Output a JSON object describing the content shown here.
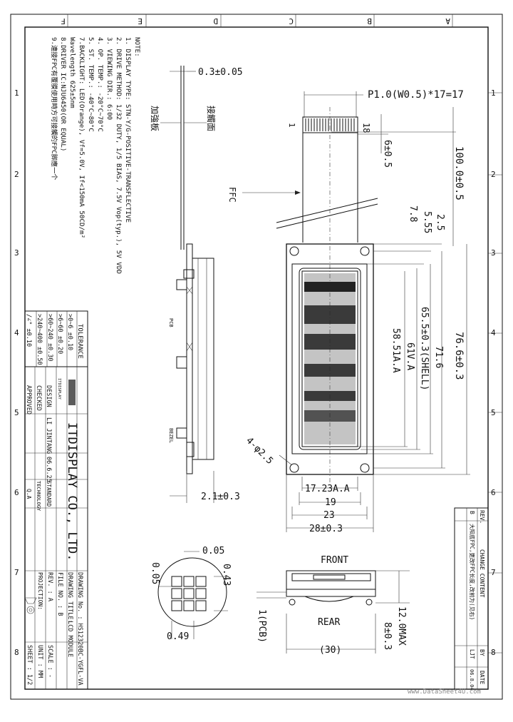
{
  "border_letters": [
    "A",
    "B",
    "C",
    "D",
    "E",
    "F"
  ],
  "border_numbers": [
    "1",
    "2",
    "3",
    "4",
    "5",
    "6",
    "7",
    "8"
  ],
  "notes": {
    "title": "NOTE:",
    "lines": [
      "1. DISPLAY TYPE: STN-Y/G-POSITIVE-TRANSFLECTIVE",
      "2. DRIVE METHOD: 1/32 DUTY, 1/5 BIAS, 7.5V Vop(typ.), 5V VDD",
      "3. VIEWING DIR.: 6:00",
      "4. OP. TEMP.: -20°C~70°C",
      "5. ST. TEMP.: -40°C~80°C",
      "7.BACKLIGHT: LED(Orange),  Vf=5.0V, If<150mA 50CD/m²",
      "                           Wavelength  625±5nm",
      "8.DRIVER  IC:NJU6450(OR  EQUAL)",
      "9.連接FPC有覆膜使用時方可接觸的FPC脚應一个"
    ]
  },
  "side_view": {
    "dim_top": "0.3±0.05",
    "dim_bottom": "2.1±0.3",
    "label_contact": "接觸面",
    "label_stiffener": "加強板",
    "label_ffc": "FFC",
    "small_label_1": "PCB",
    "small_label_2": "BEZEL"
  },
  "front_view": {
    "pitch": "P1.0(W0.5)*17=17",
    "pin1": "1",
    "pin18": "18",
    "dim_6": "6±0.5",
    "dim_100": "100.0±0.5",
    "dim_2_5": "2.5",
    "dim_5_55": "5.55",
    "dim_7_8": "7.8",
    "dim_76_6": "76.6±0.3",
    "dim_71_6": "71.6",
    "dim_65_5": "65.5±0.3(SHELL)",
    "dim_61": "61V.A",
    "dim_58_51": "58.51A.A",
    "holes": "4-φ2.5",
    "dim_17_23": "17.23A.A",
    "dim_19": "19",
    "dim_23": "23",
    "dim_28": "28±0.3"
  },
  "pin_detail": {
    "dim_005_top": "0.05",
    "dim_005_left": "0.05",
    "dim_043": "0.43",
    "dim_049": "0.49"
  },
  "bottom_view": {
    "front": "FRONT",
    "rear": "REAR",
    "pcb": "1(PCB)",
    "dim_30": "(30)",
    "dim_12": "12.0MAX",
    "dim_8": "8±0.3"
  },
  "tolerance": {
    "title": "TOLERANCE",
    "rows": [
      ">0~6   ±0.10",
      ">6~60  ±0.20",
      ">60~240 ±0.30",
      ">240~400 ±0.50",
      "/∠° ±0.10"
    ]
  },
  "title_block": {
    "design": "DESIGN",
    "checked": "CHECKED",
    "approved": "APPROVED",
    "designer": "LI JINTANG",
    "date": "06.6.25",
    "standard": "STANDARD",
    "technology": "TECHNOLOGY",
    "qa": "Q.A",
    "company": "ITDISPLAY CO., LTD.",
    "logo_text": "ITDISPLAY",
    "drawing_no": "DRAWING No. : HS12320BC-YGFL-VA",
    "drawing_title_label": "DRAWING TITLE:",
    "drawing_title": "LCD MODULE",
    "file_no": "FILE NO. : B",
    "rev": "REV. : A",
    "projection": "PROJECTION:",
    "scale": "SCALE : -",
    "unit": "UNIT : MM",
    "sheet": "SHEET : 1/2"
  },
  "revision": {
    "rev_label": "REV.",
    "content_label": "CHANGE CONTENT",
    "by_label": "BY",
    "date_label": "DATE",
    "rev": "B",
    "content": "大阳底FPC,更改FPC长度,改前为(见右)",
    "by": "LJT",
    "date": "06.8.04"
  },
  "watermark": "www.DataSheet4U.com"
}
